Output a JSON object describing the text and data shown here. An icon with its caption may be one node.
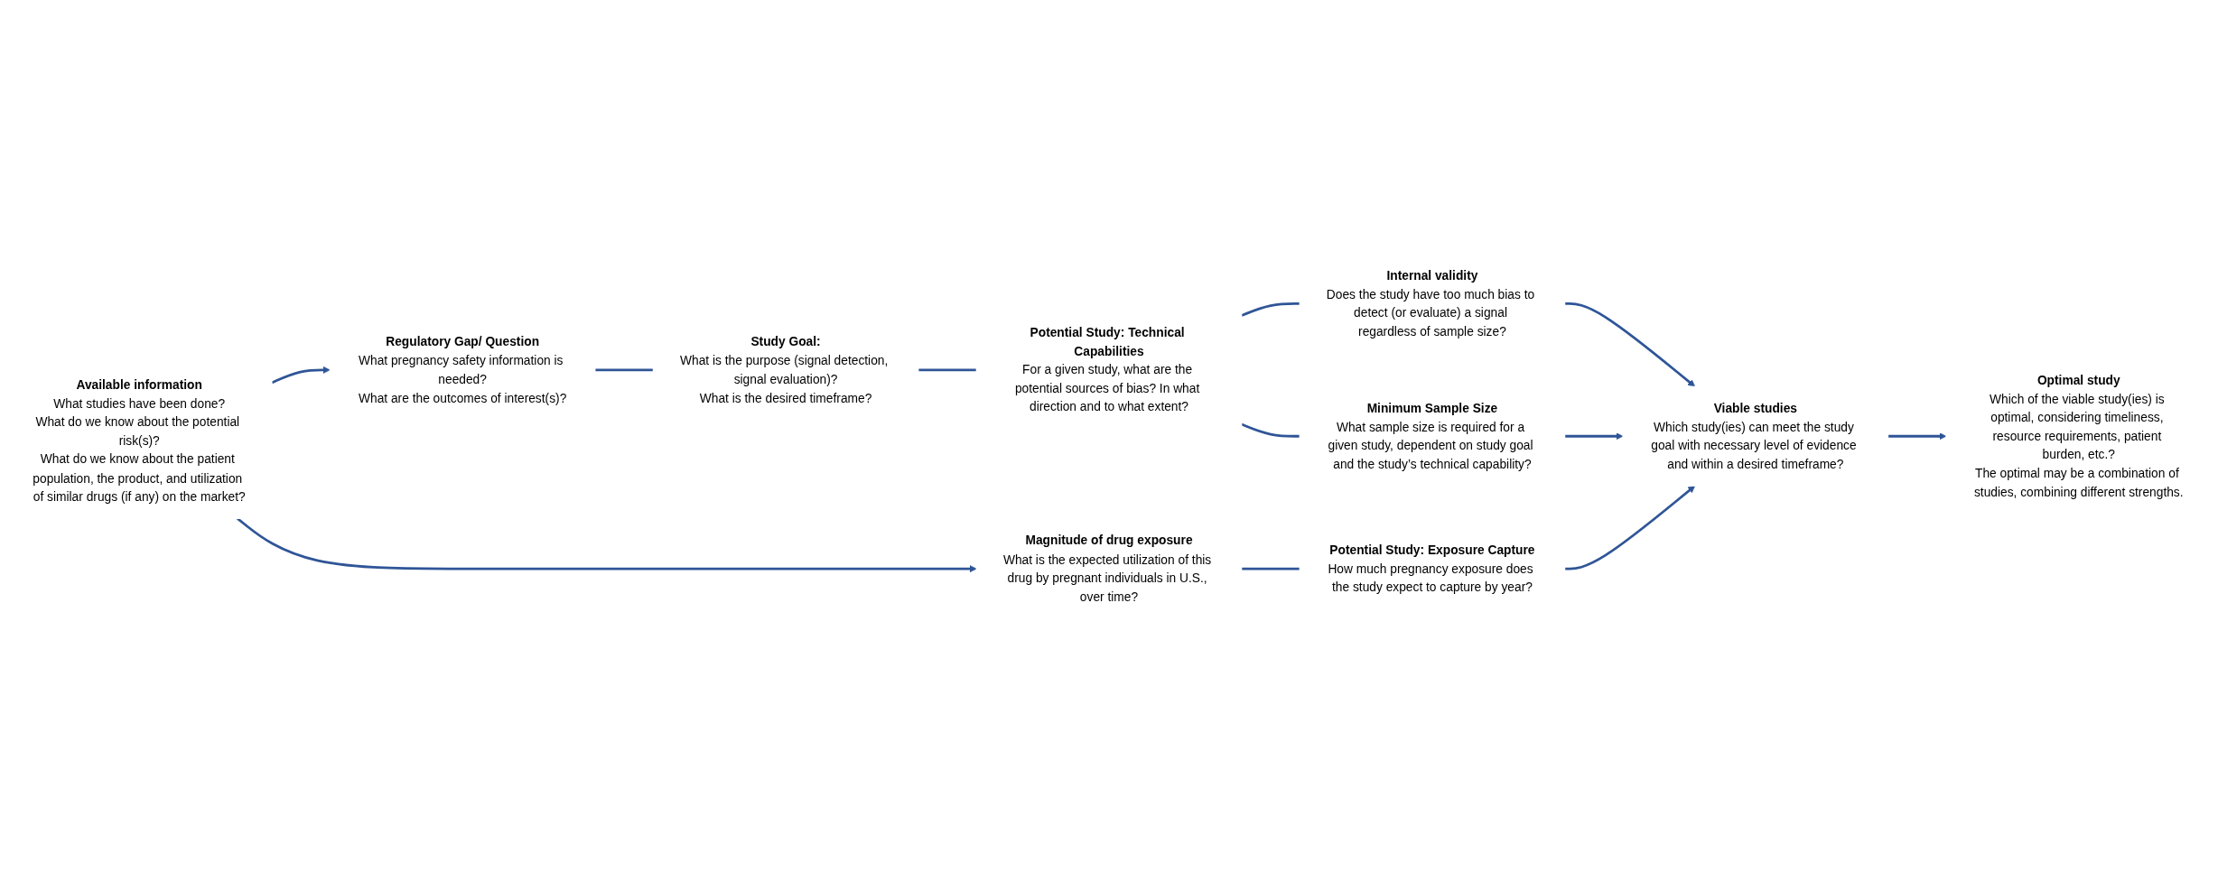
{
  "diagram": {
    "nodes": [
      {
        "text": [
          "Available information",
          "What studies have been done?",
          "What do we know about the potential risk(s)?",
          "What do we know about the patient population, the product, and utilization of similar drugs (if any) on the market?"
        ]
      },
      {
        "text": [
          "Regulatory Gap/ Question",
          "What pregnancy safety information is needed?",
          "What are the outcomes of interest(s)?"
        ]
      },
      {
        "text": [
          "Study Goal:",
          "What is the purpose (signal detection, signal evaluation)?",
          "What is the desired timeframe?"
        ]
      },
      {
        "text": [
          "Potential Study: Technical Capabilities",
          "For a given study, what are the potential sources of bias? In what direction and to what extent?"
        ]
      },
      {
        "text": [
          "Internal validity",
          "Does the study have too much bias to detect (or evaluate) a signal regardless of sample size?"
        ]
      },
      {
        "text": [
          "Minimum Sample Size",
          "What sample size is required for a given study, dependent on study goal and the study’s technical capability?"
        ]
      },
      {
        "text": [
          "Viable studies",
          "Which study(ies) can meet the study goal with necessary level of evidence and within a desired timeframe?"
        ]
      },
      {
        "text": [
          "Optimal study",
          "Which of the viable study(ies) is optimal, considering timeliness, resource requirements, patient burden, etc.?",
          "The optimal may be a combination of studies, combining different strengths."
        ]
      },
      {
        "text": [
          "Magnitude of drug exposure",
          "What is the expected utilization of this drug by pregnant individuals in U.S., over time?"
        ]
      },
      {
        "text": [
          "Potential Study: Exposure Capture",
          "How much pregnancy exposure does the study expect to capture by year?"
        ]
      }
    ],
    "edges": [
      {
        "from": 0,
        "to": 1,
        "arrow": "to"
      },
      {
        "from": 1,
        "to": 2,
        "arrow": "none"
      },
      {
        "from": 2,
        "to": 3,
        "arrow": "none"
      },
      {
        "from": 3,
        "to": 4,
        "arrow": "none"
      },
      {
        "from": 4,
        "to": 6,
        "arrow": "to"
      },
      {
        "from": 3,
        "to": 5,
        "arrow": "none"
      },
      {
        "from": 5,
        "to": 6,
        "arrow": "to"
      },
      {
        "from": 6,
        "to": 7,
        "arrow": "to"
      },
      {
        "from": 0,
        "to": 8,
        "arrow": "to"
      },
      {
        "from": 8,
        "to": 9,
        "arrow": "none"
      },
      {
        "from": 9,
        "to": 6,
        "arrow": "to"
      }
    ]
  }
}
